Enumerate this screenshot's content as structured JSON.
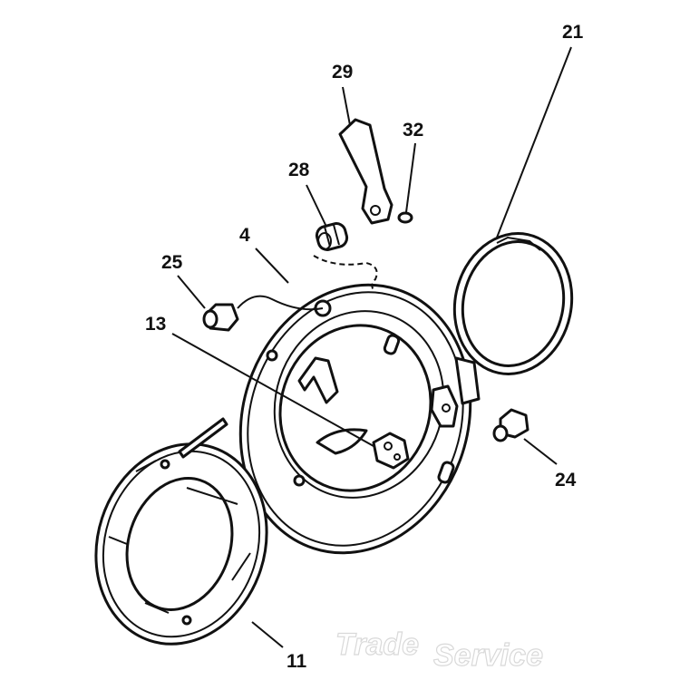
{
  "callouts": {
    "c21": "21",
    "c29": "29",
    "c32": "32",
    "c28": "28",
    "c4": "4",
    "c25": "25",
    "c13": "13",
    "c24": "24",
    "c11": "11"
  },
  "watermark": {
    "text1": "Trade",
    "text2": "Service"
  }
}
